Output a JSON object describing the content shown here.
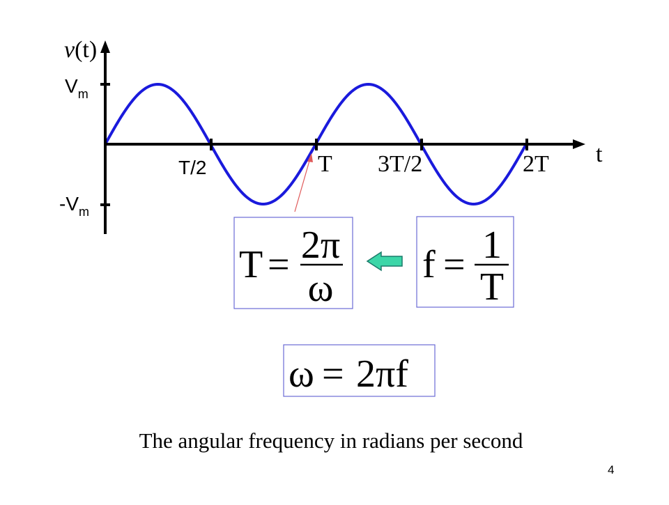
{
  "slide": {
    "page_number": "4",
    "caption": "The angular frequency in radians per second"
  },
  "plot": {
    "y_axis_label_v": "v",
    "y_axis_label_t": "(t)",
    "x_axis_label": "t",
    "vm_main": "V",
    "vm_sub": "m",
    "neg_vm_main": "-V",
    "neg_vm_sub": "m",
    "x_ticks": [
      "T/2",
      "T",
      "3T/2",
      "2T"
    ]
  },
  "formulas": {
    "period": {
      "lhs": "T",
      "op": "=",
      "numerator": "2π",
      "denominator": "ω"
    },
    "frequency": {
      "lhs": "f",
      "op": "=",
      "numerator": "1",
      "denominator": "T"
    },
    "angular": {
      "lhs": "ω",
      "op": "=",
      "rhs": "2πf"
    }
  },
  "colors": {
    "wave": "#1a1adc",
    "box_border": "#6b6bd6",
    "arrow_fill": "#3cd6a8",
    "arrow_stroke": "#1a7a6a",
    "pointer_line": "#e05a5a"
  },
  "icons": {
    "left_arrow": "left-arrow-icon"
  }
}
